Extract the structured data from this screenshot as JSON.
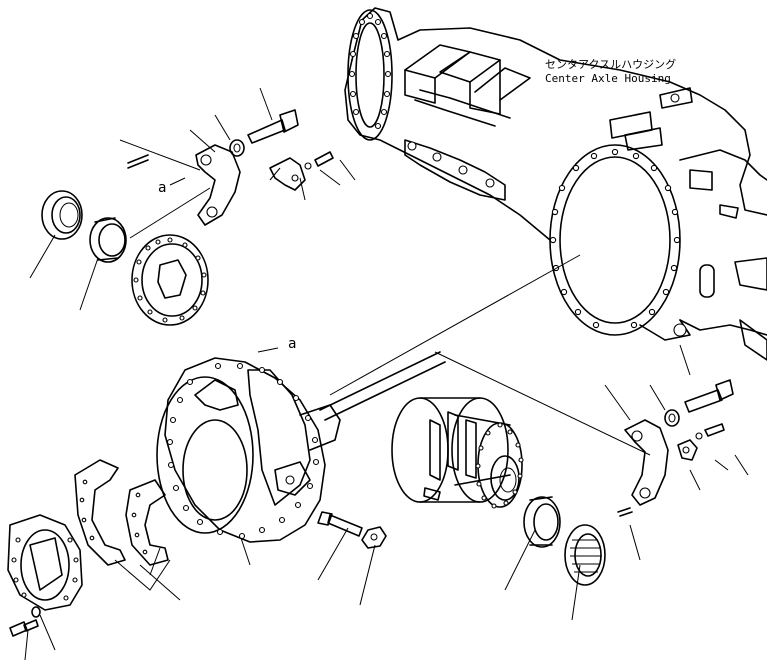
{
  "labels": {
    "housing_jp": "センタアクスルハウジング",
    "housing_en": "Center Axle Housing",
    "ref_a_upper": "a",
    "ref_a_lower": "a"
  }
}
